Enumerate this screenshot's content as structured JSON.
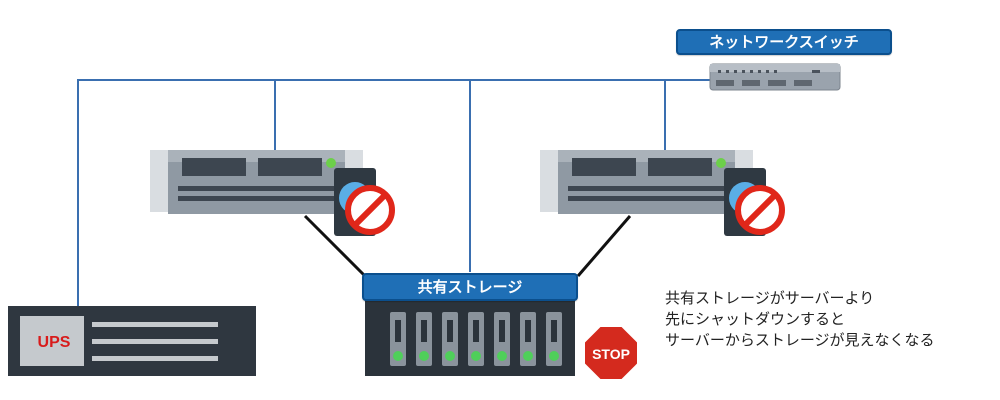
{
  "network_switch": {
    "label": "ネットワークスイッチ",
    "icon": "network-switch-icon"
  },
  "servers": [
    {
      "name": "server-left",
      "icon": "rack-server-icon",
      "status_icon": "prohibited-icon"
    },
    {
      "name": "server-right",
      "icon": "rack-server-icon",
      "status_icon": "prohibited-icon"
    }
  ],
  "shared_storage": {
    "label": "共有ストレージ",
    "icon": "storage-array-icon",
    "status_icon": "stop-sign-icon"
  },
  "ups": {
    "label": "UPS",
    "icon": "ups-device-icon"
  },
  "stop_sign": {
    "text": "STOP"
  },
  "note": {
    "line1": "共有ストレージがサーバーより",
    "line2": "先にシャットダウンすると",
    "line3": "サーバーからストレージが見えなくなる"
  },
  "colors": {
    "network_line": "#3a6fb0",
    "badge_fill": "#1f6fb6",
    "prohibit_red": "#e0271a",
    "stop_red": "#d42a1e",
    "ups_text": "#d81b1b"
  }
}
